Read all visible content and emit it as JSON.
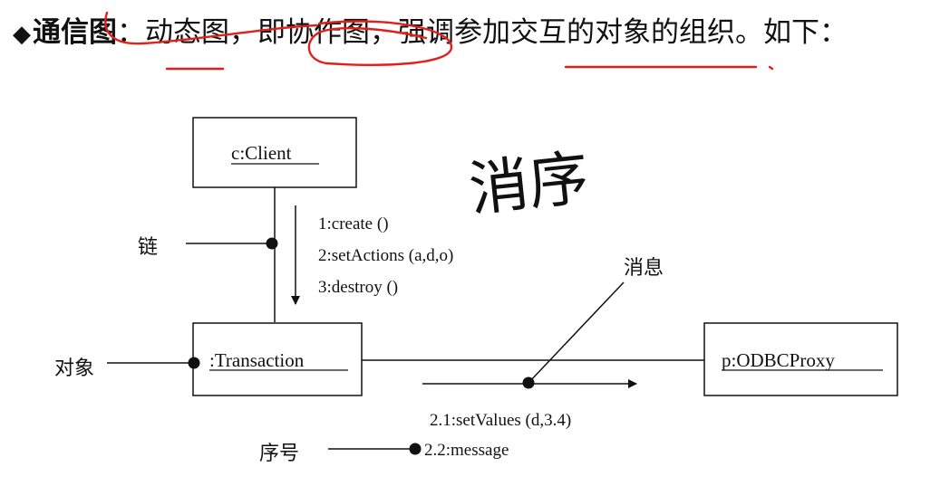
{
  "heading": {
    "bullet": "◆",
    "term": "通信图",
    "text": "：动态图，即协作图，强调参加交互的对象的组织。如下："
  },
  "diagram": {
    "objects": {
      "client": "c:Client",
      "transaction": ":Transaction",
      "proxy": "p:ODBCProxy"
    },
    "messages": {
      "m1": "1:create ()",
      "m2": "2:setActions (a,d,o)",
      "m3": "3:destroy ()",
      "m21": "2.1:setValues (d,3.4)",
      "m22": "2.2:message"
    },
    "callouts": {
      "link": "链",
      "object": "对象",
      "message": "消息",
      "sequence": "序号"
    }
  },
  "annotation": {
    "handwriting": "消序",
    "color": "#e0201a"
  }
}
